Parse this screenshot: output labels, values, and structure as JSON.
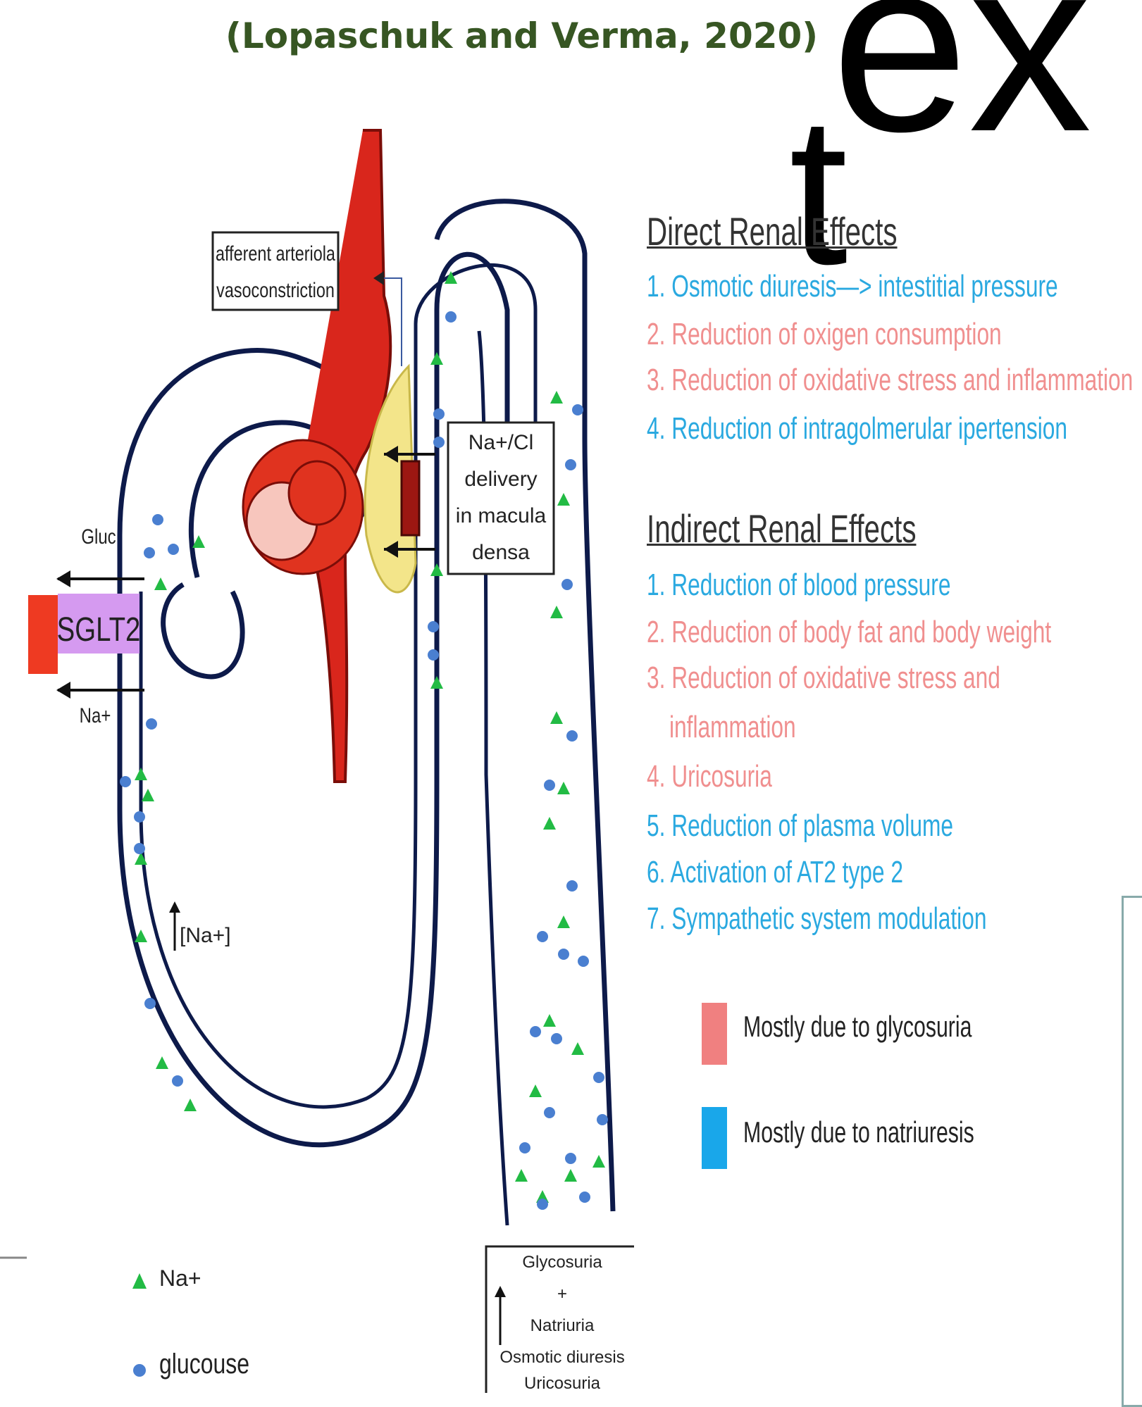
{
  "citation": "(Lopaschuk and Verma, 2020)",
  "overlay_text": {
    "t": "t",
    "ex": "ex"
  },
  "diagram": {
    "afferent_label_line1": "afferent arteriola",
    "afferent_label_line2": "vasoconstriction",
    "macula_label": [
      "Na+/Cl",
      "delivery",
      "in macula",
      "densa"
    ],
    "gluc_label": "Gluc",
    "sglt2_label": "SGLT2",
    "na_label": "Na+",
    "na_concentration_label": "[Na+]",
    "outcome_box": [
      "Glycosuria",
      "+",
      "Natriuria",
      "Osmotic diuresis",
      "Uricosuria"
    ]
  },
  "direct_effects": {
    "heading": "Direct Renal Effects",
    "items": [
      {
        "text": "1. Osmotic diuresis—> intestitial pressure",
        "color": "blue"
      },
      {
        "text": "2. Reduction of oxigen consumption",
        "color": "red"
      },
      {
        "text": "3. Reduction of oxidative stress and inflammation",
        "color": "red"
      },
      {
        "text": "4. Reduction of intragolmerular ipertension",
        "color": "blue"
      }
    ]
  },
  "indirect_effects": {
    "heading": "Indirect Renal Effects",
    "items": [
      {
        "text": "1. Reduction of blood pressure",
        "color": "blue"
      },
      {
        "text": "2. Reduction of body fat and body weight",
        "color": "red"
      },
      {
        "text": "3. Reduction of oxidative stress and",
        "color": "red"
      },
      {
        "text": "inflammation",
        "color": "red"
      },
      {
        "text": "4. Uricosuria",
        "color": "red"
      },
      {
        "text": "5. Reduction of plasma volume",
        "color": "blue"
      },
      {
        "text": "6. Activation of AT2 type 2",
        "color": "blue"
      },
      {
        "text": "7. Sympathetic system modulation",
        "color": "blue"
      }
    ]
  },
  "legend": {
    "glycosuria": "Mostly due to glycosuria",
    "natriuresis": "Mostly due to natriuresis",
    "na": "Na+",
    "glucose": "glucouse"
  },
  "colors": {
    "glycosuria": "#f08080",
    "natriuresis": "#19a7ea",
    "na_marker": "#22bb44",
    "glucose_marker": "#4a7fd0",
    "sglt2_box": "#d59af0",
    "sglt2_block": "#ee3a22"
  }
}
